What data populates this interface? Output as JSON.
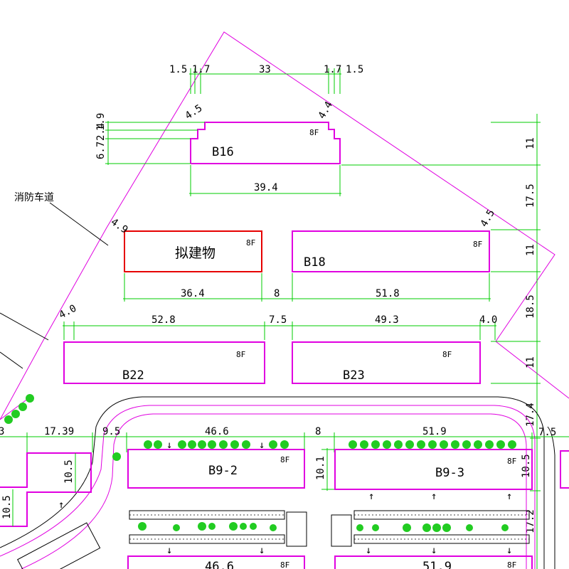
{
  "label_fire_lane": "消防车道",
  "proposed_building": "拟建物",
  "floors": "8F",
  "buildings": {
    "b16": "B16",
    "b18": "B18",
    "b22": "B22",
    "b23": "B23",
    "b9_2": "B9-2",
    "b9_3": "B9-3",
    "lower_left": "46.6",
    "lower_right": "51.9"
  },
  "dims": {
    "top": [
      "1.5",
      "1.7",
      "33",
      "1.7",
      "1.5"
    ],
    "b16_left": "4.5",
    "b16_right": "4.4",
    "b16_side": [
      "1.9",
      "2.4",
      "6.7"
    ],
    "b16_width": "39.4",
    "proposed_gap": "4.9",
    "b18_gap": "4.5",
    "row2": [
      "36.4",
      "8",
      "51.8"
    ],
    "row3": [
      "4.0",
      "52.8",
      "7.5",
      "49.3",
      "4.0"
    ],
    "right": [
      "11",
      "17.5",
      "11",
      "18.5",
      "11",
      "17.4",
      "17.2",
      "10.5",
      "7.5"
    ],
    "row4": [
      "3",
      "17.39",
      "9.5",
      "46.6",
      "8",
      "51.9"
    ],
    "b9_heights": [
      "10.5",
      "10.1",
      "10.5"
    ],
    "left_small": "10.5"
  }
}
